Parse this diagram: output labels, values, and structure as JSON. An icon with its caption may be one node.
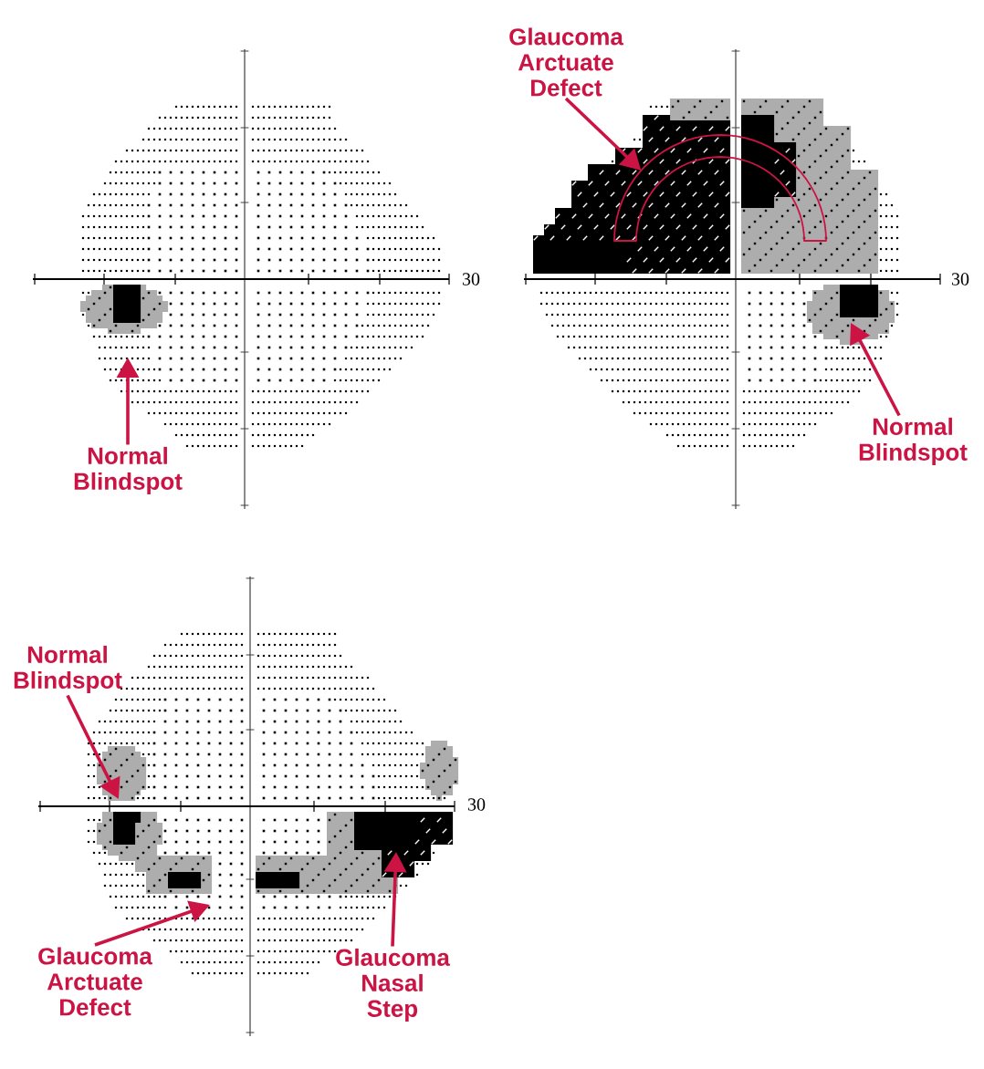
{
  "diagram": {
    "nodes": [
      {
        "text": [
          "Normal Blindspot"
        ]
      },
      {
        "text": [
          "Glaucoma Arctuate Defect"
        ]
      },
      {
        "text": [],
        "shape": "arc"
      },
      {
        "text": [
          "Normal Blindspot"
        ]
      },
      {
        "text": [
          "Normal Blindspot"
        ]
      },
      {
        "text": [
          "Glaucoma Arctuate Defect"
        ]
      },
      {
        "text": [
          "Glaucoma Nasal Step"
        ]
      }
    ],
    "edges": [
      {
        "from": 0,
        "to": null,
        "arrow": "to"
      },
      {
        "from": 1,
        "to": 2,
        "arrow": "to"
      },
      {
        "from": 3,
        "to": null,
        "arrow": "to"
      },
      {
        "from": 4,
        "to": null,
        "arrow": "to"
      },
      {
        "from": 5,
        "to": null,
        "arrow": "to"
      },
      {
        "from": 6,
        "to": null,
        "arrow": "to"
      }
    ],
    "labels": [
      "30",
      "30",
      "30"
    ]
  }
}
